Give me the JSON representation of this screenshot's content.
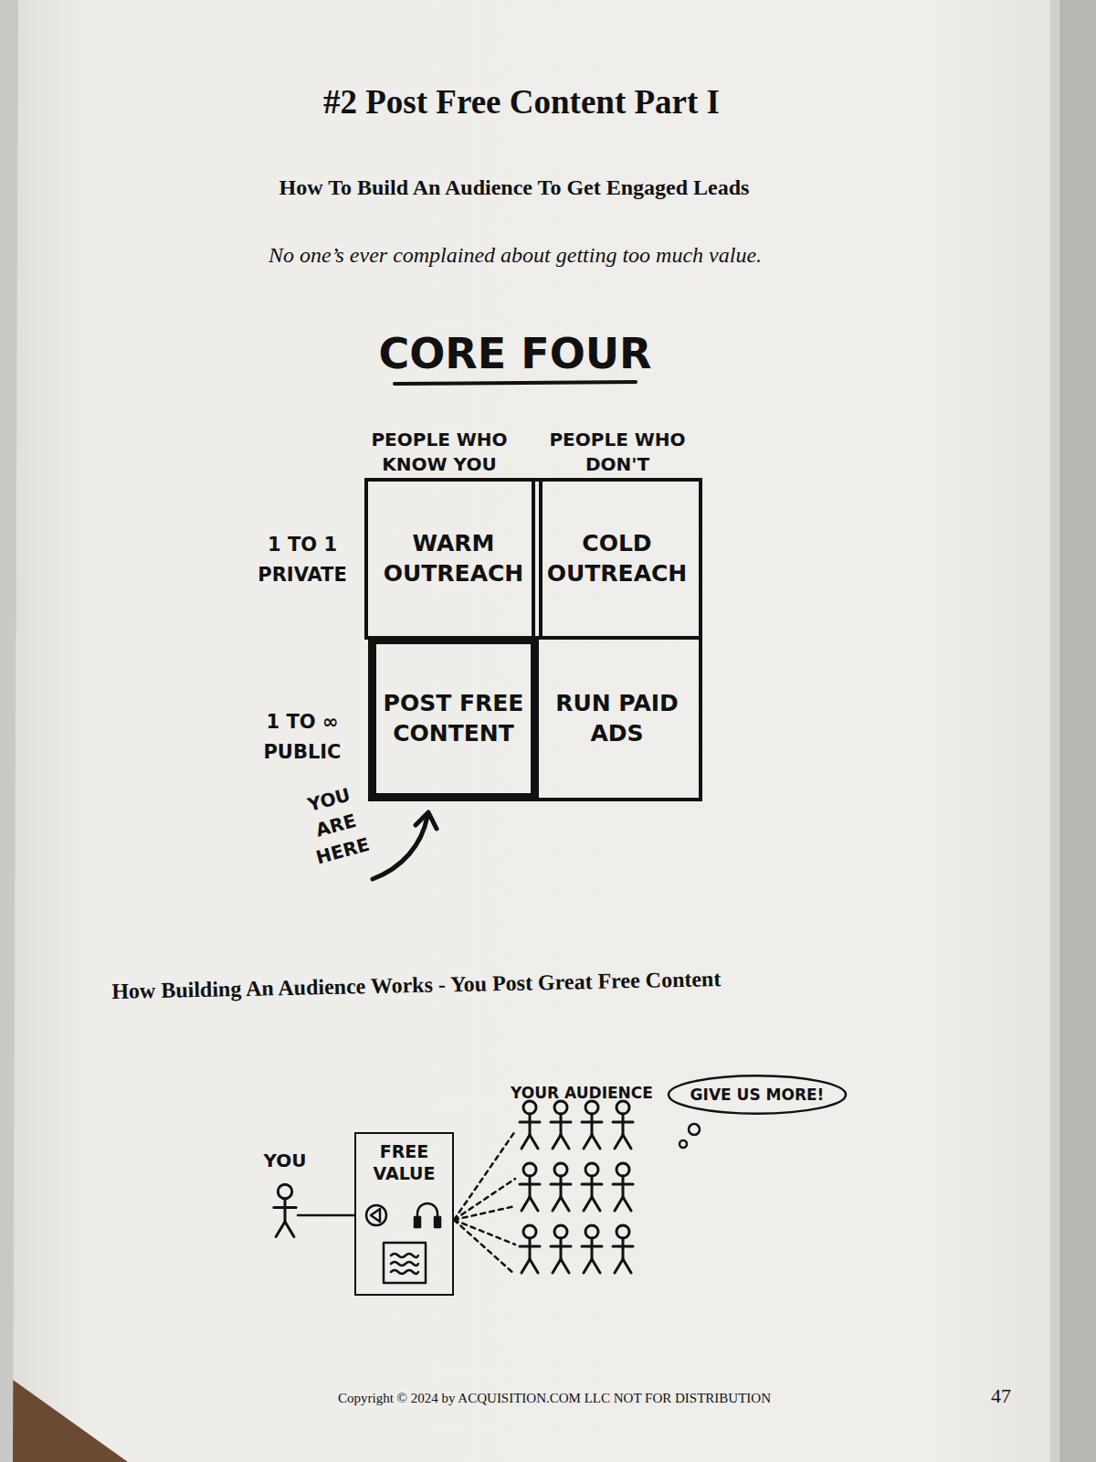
{
  "diagram": {
    "title": "#2 Post Free Content Part I",
    "nodes": [
      {
        "text": [
          "WARM OUTREACH"
        ]
      },
      {
        "text": [
          "COLD OUTREACH"
        ]
      },
      {
        "text": [
          "POST FREE CONTENT"
        ]
      },
      {
        "text": [
          "RUN PAID ADS"
        ]
      },
      {
        "text": [
          "FREE VALUE"
        ]
      },
      {
        "text": [
          "GIVE US MORE!"
        ]
      }
    ],
    "labels": [
      "How To Build An Audience To Get Engaged Leads",
      "No one’s ever complained about getting too much value.",
      "CORE FOUR",
      "PEOPLE WHO KNOW YOU",
      "PEOPLE WHO DON'T",
      "1 TO 1 PRIVATE",
      "1 TO ∞ PUBLIC",
      "YOU ARE HERE",
      "How Building An Audience Works - You Post Great Free Content",
      "YOU",
      "YOUR AUDIENCE",
      "Copyright © 2024 by ACQUISITION.COM LLC NOT FOR DISTRIBUTION",
      "47"
    ]
  }
}
